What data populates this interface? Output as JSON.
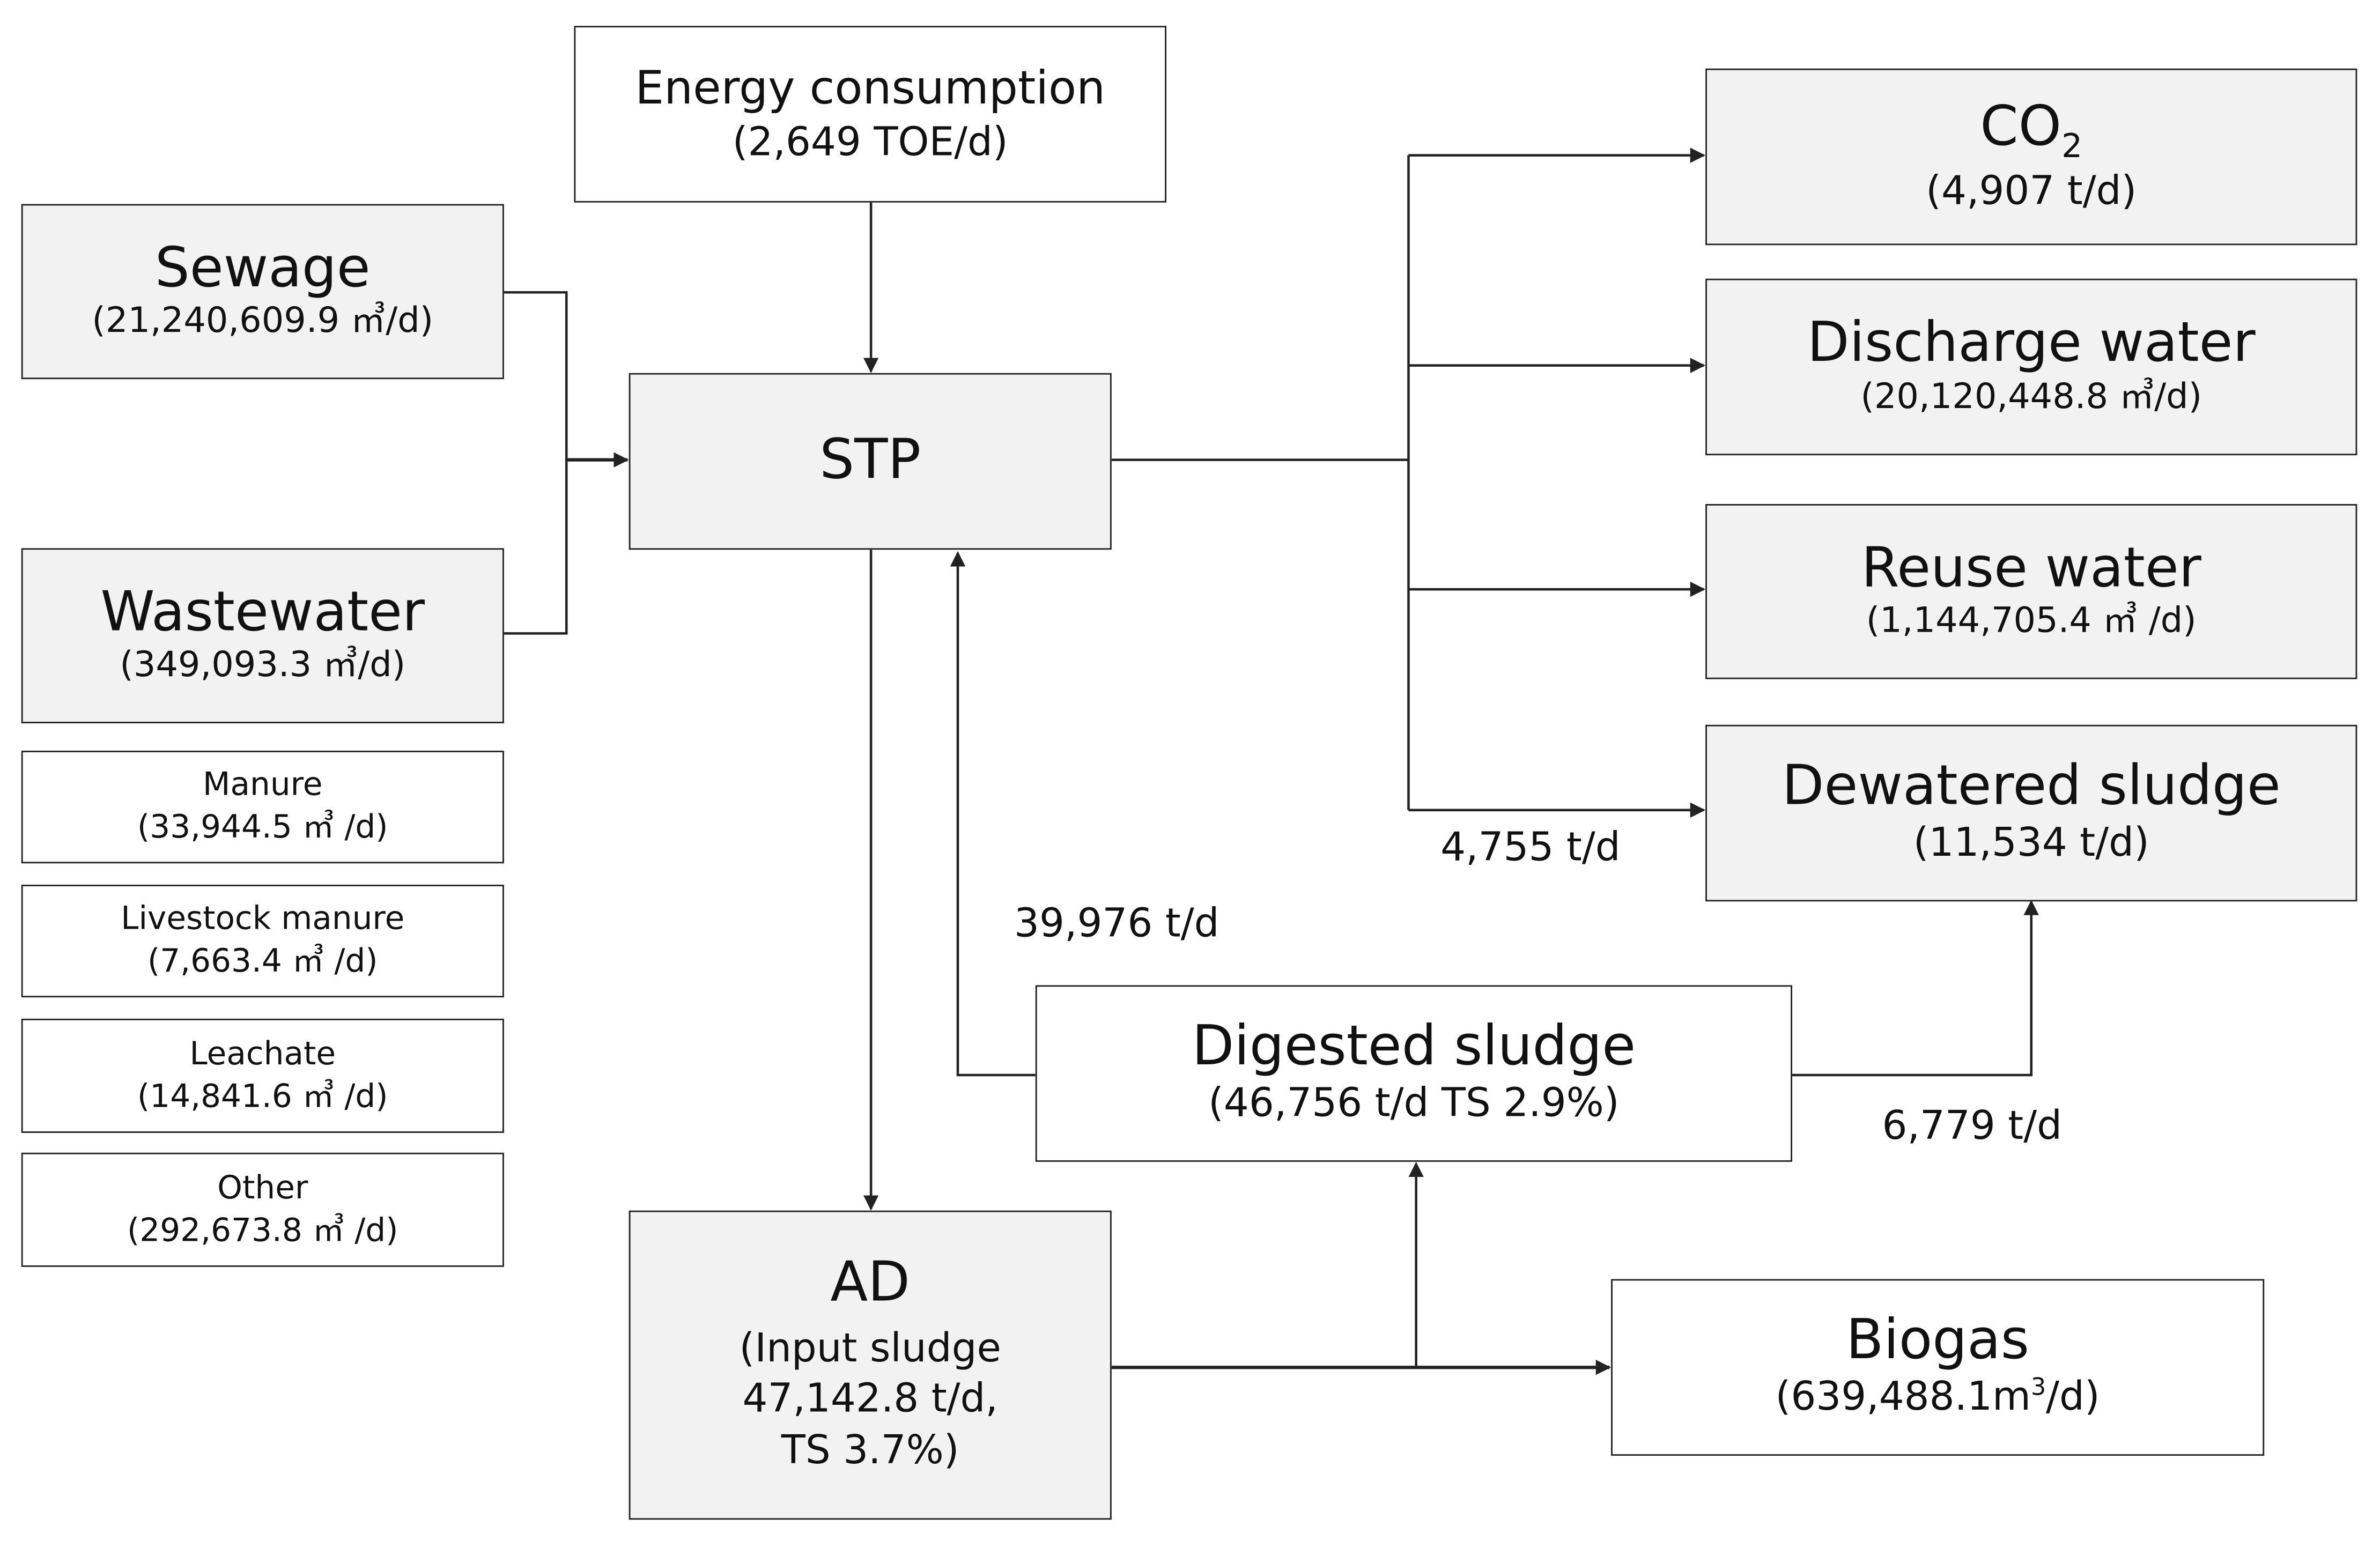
{
  "nodes": {
    "energy": {
      "title": "Energy consumption",
      "value": "(2,649 TOE/d)"
    },
    "sewage": {
      "title": "Sewage",
      "value": "(21,240,609.9 ㎥/d)"
    },
    "wastewater": {
      "title": "Wastewater",
      "value": "(349,093.3 ㎥/d)"
    },
    "manure": {
      "title": "Manure",
      "value": "(33,944.5 ㎥ /d)"
    },
    "livestock": {
      "title": "Livestock manure",
      "value": "(7,663.4 ㎥ /d)"
    },
    "leachate": {
      "title": "Leachate",
      "value": "(14,841.6 ㎥ /d)"
    },
    "other": {
      "title": "Other",
      "value": "(292,673.8 ㎥ /d)"
    },
    "stp": {
      "title": "STP"
    },
    "ad": {
      "title": "AD",
      "line1": "(Input sludge",
      "line2": "47,142.8 t/d,",
      "line3": "TS 3.7%)"
    },
    "co2": {
      "title": "CO",
      "sub": "2",
      "value": "(4,907 t/d)"
    },
    "discharge": {
      "title": "Discharge water",
      "value": "(20,120,448.8 ㎥/d)"
    },
    "reuse": {
      "title": "Reuse water",
      "value": "(1,144,705.4 ㎥ /d)"
    },
    "dewatered": {
      "title": "Dewatered sludge",
      "value": "(11,534 t/d)"
    },
    "digested": {
      "title": "Digested sludge",
      "value": "(46,756 t/d TS 2.9%)"
    },
    "biogas": {
      "title": "Biogas",
      "value_pre": "(639,488.1m",
      "value_sup": "3",
      "value_post": "/d)"
    }
  },
  "flows": {
    "stp_to_dewatered": "4,755 t/d",
    "digested_to_stp": "39,976 t/d",
    "digested_to_dewatered": "6,779 t/d"
  },
  "colors": {
    "gray_box": "#f2f2f2",
    "white_box": "#ffffff",
    "line": "#222222"
  }
}
